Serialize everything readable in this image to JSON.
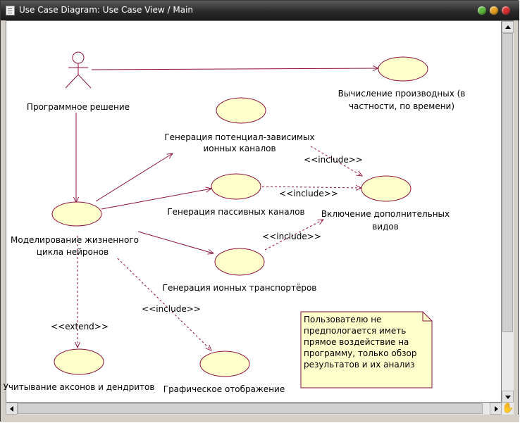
{
  "window": {
    "title": "Use Case Diagram: Use Case View / Main"
  },
  "colors": {
    "association": "#8b0f3c",
    "usecase_fill": "#ffffcc",
    "note_fill": "#ffffcc",
    "title_bar": "#2a2a2a"
  },
  "actor": {
    "label": "Программное решение"
  },
  "use_cases": {
    "derivatives_line1": "Вычисление производных (в",
    "derivatives_line2": "частности, по времени)",
    "potential_line1": "Генерация потенциал-зависимых",
    "potential_line2": "ионных каналов",
    "passive": "Генерация пассивных каналов",
    "additional_line1": "Включение дополнительных",
    "additional_line2": "видов",
    "modeling_line1": "Моделирование жизненного",
    "modeling_line2": "цикла нейронов",
    "transporters": "Генерация ионных транспортёров",
    "axons": "Учитывание аксонов и дендритов",
    "graphics": "Графическое отображение"
  },
  "relations": {
    "include_1": "<<include>>",
    "include_2": "<<include>>",
    "include_3": "<<include>>",
    "include_4": "<<include>>",
    "extend_1": "<<extend>>"
  },
  "note": {
    "text": "Пользователю не\nпредпологается иметь\nпрямое воздействие на\nпрограмму, только обзор\nрезультатов и их анализ"
  }
}
